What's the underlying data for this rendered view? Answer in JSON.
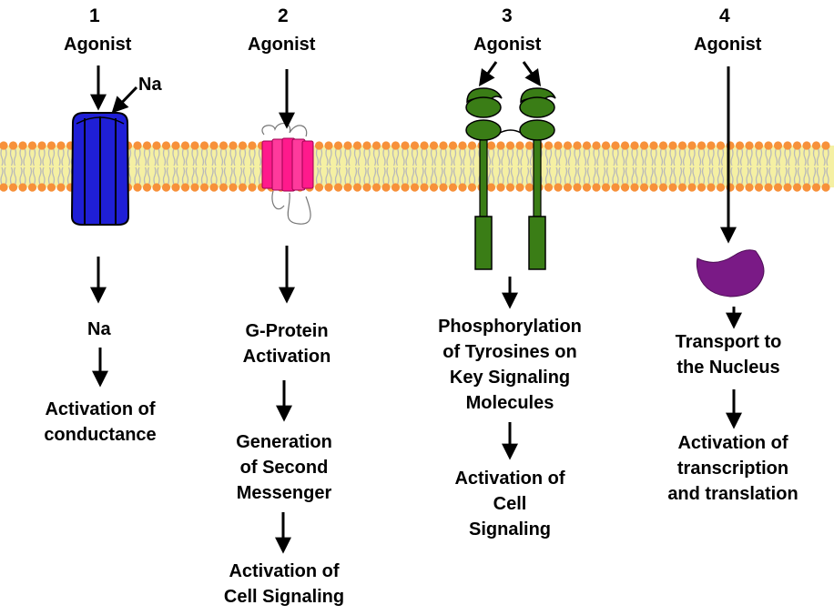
{
  "columns": [
    {
      "number": "1",
      "agonist": "Agonist",
      "ion_label": "Na",
      "ion_product": "Na",
      "outcome_lines": [
        "Activation of",
        "conductance"
      ]
    },
    {
      "number": "2",
      "agonist": "Agonist",
      "step1_lines": [
        "G-Protein",
        "Activation"
      ],
      "step2_lines": [
        "Generation",
        "of Second",
        "Messenger"
      ],
      "outcome_lines": [
        "Activation of",
        "Cell Signaling"
      ]
    },
    {
      "number": "3",
      "agonist": "Agonist",
      "step1_lines": [
        "Phosphorylation",
        "of Tyrosines on",
        "Key Signaling",
        "Molecules"
      ],
      "outcome_lines": [
        "Activation of",
        "Cell",
        "Signaling"
      ]
    },
    {
      "number": "4",
      "agonist": "Agonist",
      "step1_lines": [
        "Transport to",
        "the Nucleus"
      ],
      "outcome_lines": [
        "Activation of",
        "transcription",
        "and translation"
      ]
    }
  ],
  "colors": {
    "ion_channel": "#1f1fd6",
    "gpcr": "#ff1a8c",
    "tyrosine_kinase_receptor": "#3a7d16",
    "intracellular_receptor": "#7a1a86",
    "membrane_head": "#f7913a",
    "membrane_core": "#f5f0a3",
    "membrane_tail": "#b9b9b9"
  }
}
